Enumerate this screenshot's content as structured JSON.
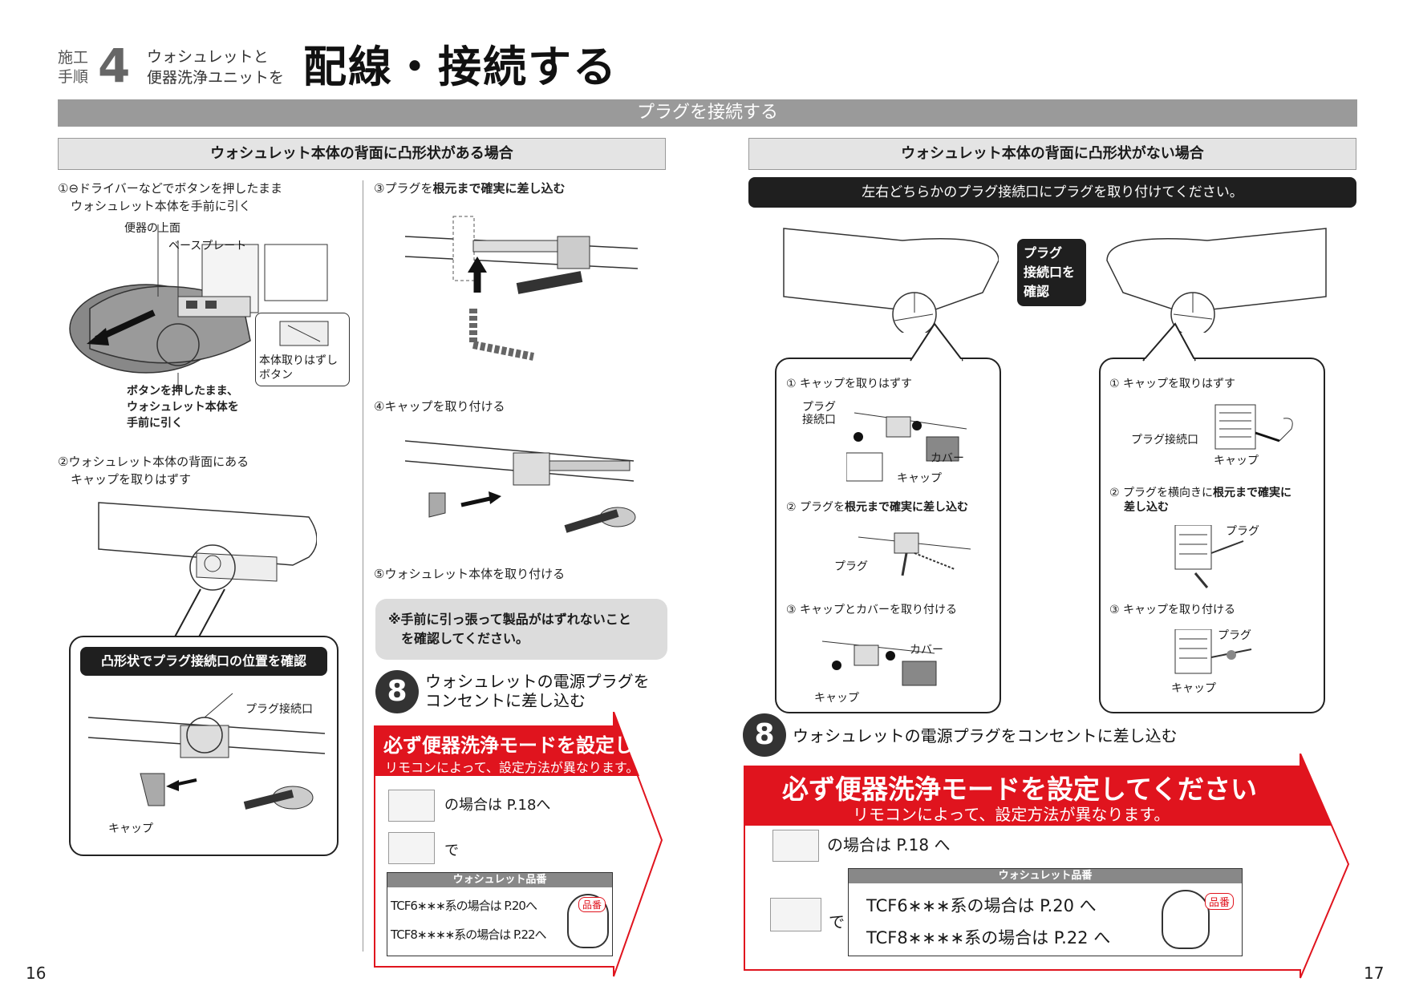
{
  "header": {
    "step_label_1": "施工",
    "step_label_2": "手順",
    "step_number": "4",
    "sub_line_1": "ウォシュレットと",
    "sub_line_2": "便器洗浄ユニットを",
    "title": "配線・接続する",
    "plug_bar": "プラグを接続する"
  },
  "left_section": {
    "heading": "ウォシュレット本体の背面に凸形状がある場合",
    "step1_line1": "①⊖ドライバーなどでボタンを押したまま",
    "step1_line2": "ウォシュレット本体を手前に引く",
    "label_seat_top": "便器の上面",
    "label_base_plate": "ベースプレート",
    "label_release_btn_1": "本体取りはずし",
    "label_release_btn_2": "ボタン",
    "caption1_line1": "ボタンを押したまま、",
    "caption1_line2": "ウォシュレット本体を",
    "caption1_line3": "手前に引く",
    "step2_line1": "②ウォシュレット本体の背面にある",
    "step2_line2": "キャップを取りはずす",
    "callout_pill": "凸形状でプラグ接続口の位置を確認",
    "label_plug_port": "プラグ接続口",
    "label_cap": "キャップ"
  },
  "middle_section": {
    "step3_prefix": "③プラグを",
    "step3_bold": "根元まで確実に差し込む",
    "step4": "④キャップを取り付ける",
    "step5": "⑤ウォシュレット本体を取り付ける",
    "note_line1": "※手前に引っ張って製品がはずれないこと",
    "note_line2": "を確認してください。",
    "step8_number": "8",
    "step8_line1": "ウォシュレットの電源プラグを",
    "step8_line2": "コンセントに差し込む",
    "banner_title": "必ず便器洗浄モードを設定してください",
    "banner_sub": "リモコンによって、設定方法が異なります。",
    "remote1_text": "の場合は P.18へ",
    "remote2_text": "で",
    "model_head": "ウォシュレット品番",
    "model_line1": "TCF6∗∗∗系の場合は P.20へ",
    "model_line2": "TCF8∗∗∗∗系の場合は P.22へ",
    "model_tag": "品番"
  },
  "right_section": {
    "heading": "ウォシュレット本体の背面に凸形状がない場合",
    "instruction": "左右どちらかのプラグ接続口にプラグを取り付けてください。",
    "check_badge_1": "プラグ",
    "check_badge_2": "接続口を",
    "check_badge_3": "確認",
    "left_call": {
      "s1": "① キャップを取りはずす",
      "plug_port_1": "プラグ",
      "plug_port_2": "接続口",
      "cover": "カバー",
      "cap": "キャップ",
      "s2_prefix": "② プラグを",
      "s2_bold": "根元まで確実に差し込む",
      "plug": "プラグ",
      "s3": "③ キャップとカバーを取り付ける",
      "cover2": "カバー",
      "cap2": "キャップ"
    },
    "right_call": {
      "s1": "① キャップを取りはずす",
      "plug_port": "プラグ接続口",
      "cap": "キャップ",
      "s2_prefix": "② プラグを横向きに",
      "s2_bold_1": "根元まで確実に",
      "s2_bold_2": "差し込む",
      "plug": "プラグ",
      "s3": "③ キャップを取り付ける",
      "plug2": "プラグ",
      "cap2": "キャップ"
    },
    "step8_number": "8",
    "step8_text": "ウォシュレットの電源プラグをコンセントに差し込む",
    "banner_title": "必ず便器洗浄モードを設定してください",
    "banner_sub": "リモコンによって、設定方法が異なります。",
    "remote1_text": "の場合は P.18 へ",
    "remote2_text": "で",
    "model_head": "ウォシュレット品番",
    "model_line1": "TCF6∗∗∗系の場合は P.20 へ",
    "model_line2": "TCF8∗∗∗∗系の場合は P.22 へ",
    "model_tag": "品番"
  },
  "pages": {
    "left": "16",
    "right": "17"
  },
  "colors": {
    "banner_red": "#e0141e",
    "gray_bar": "#9a9a9a",
    "dark": "#1f1f1f"
  }
}
